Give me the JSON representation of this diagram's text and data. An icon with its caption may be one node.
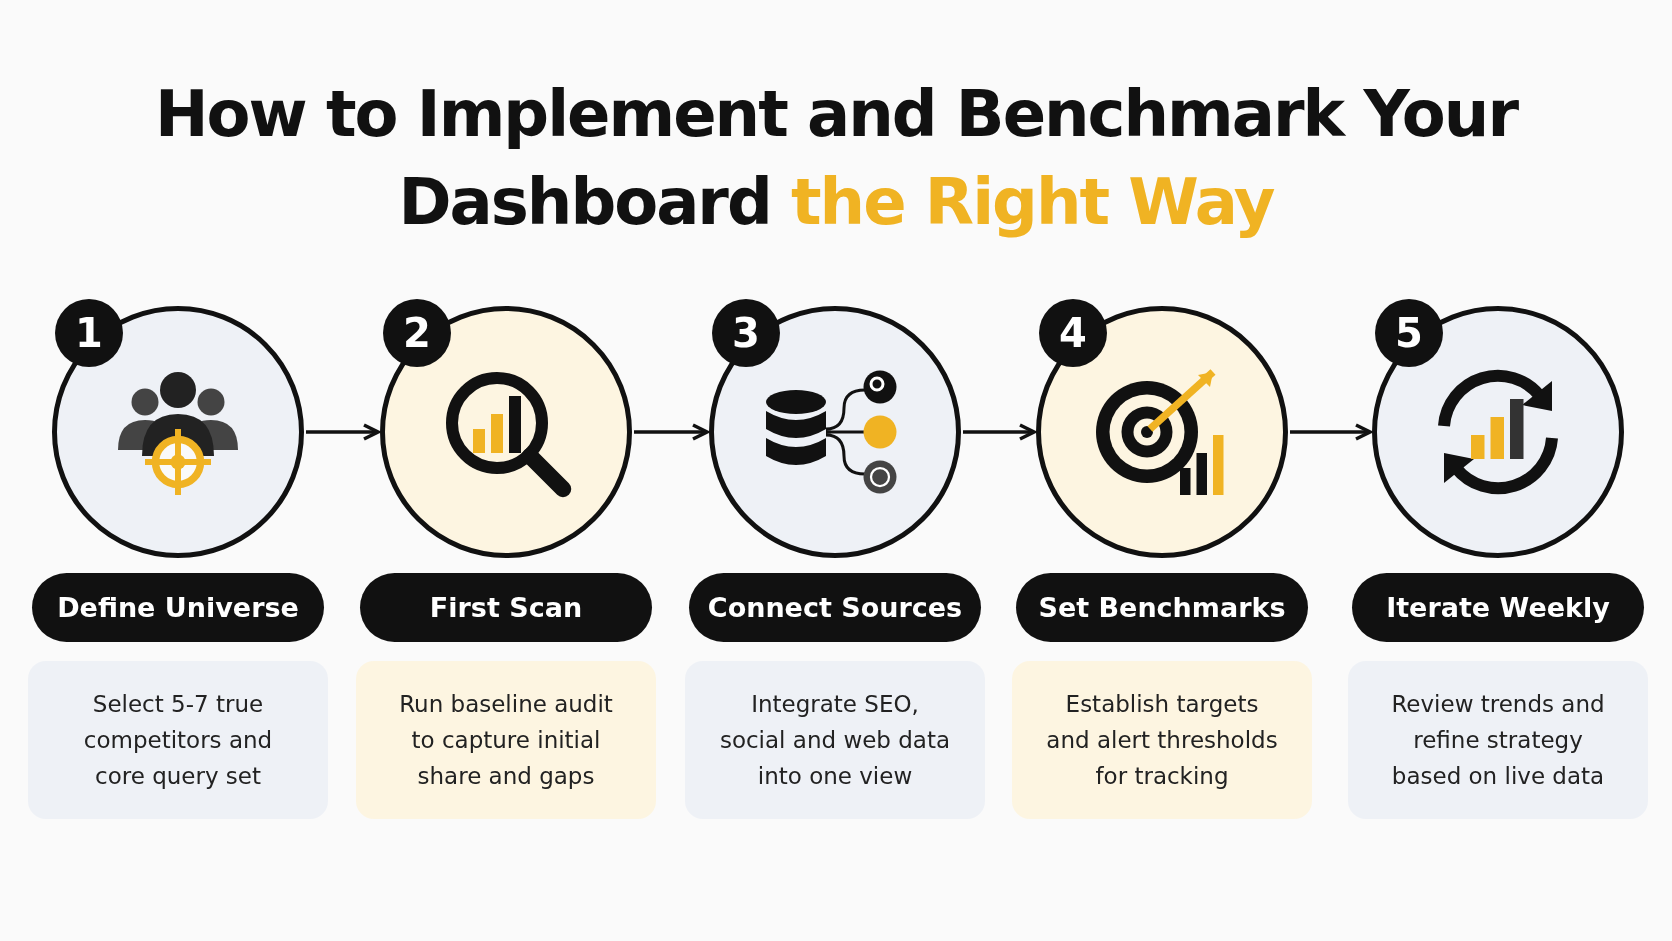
{
  "diagram": {
    "title": "How to Implement and Benchmark Your Dashboard *the Right Way*",
    "nodes": [
      {
        "text": [
          "1"
        ]
      },
      {
        "text": [],
        "shape": "circle"
      },
      {
        "text": [
          "Define Universe"
        ]
      },
      {
        "text": [
          "Select 5-7 true competitors and core query set"
        ]
      },
      {
        "text": [
          "2"
        ]
      },
      {
        "text": [],
        "shape": "circle"
      },
      {
        "text": [
          "First Scan"
        ]
      },
      {
        "text": [
          "Run baseline audit to capture initial share and gaps"
        ]
      },
      {
        "text": [
          "3"
        ]
      },
      {
        "text": [],
        "shape": "circle"
      },
      {
        "text": [
          "Connect Sources"
        ]
      },
      {
        "text": [
          "Integrate SEO, social and web data into one view"
        ]
      },
      {
        "text": [
          "4"
        ]
      },
      {
        "text": [],
        "shape": "circle"
      },
      {
        "text": [
          "Set Benchmarks"
        ]
      },
      {
        "text": [
          "Establish targets and alert thresholds for tracking"
        ]
      },
      {
        "text": [
          "5"
        ]
      },
      {
        "text": [],
        "shape": "circle"
      },
      {
        "text": [
          "Iterate Weekly"
        ]
      },
      {
        "text": [
          "Review trends and refine strategy based on live data"
        ]
      }
    ],
    "edges": [
      {
        "from": 1,
        "to": 5,
        "arrow": "to"
      },
      {
        "from": 5,
        "to": 9,
        "arrow": "to"
      },
      {
        "from": 9,
        "to": 13,
        "arrow": "to"
      },
      {
        "from": 13,
        "to": 17,
        "arrow": "to"
      }
    ]
  }
}
